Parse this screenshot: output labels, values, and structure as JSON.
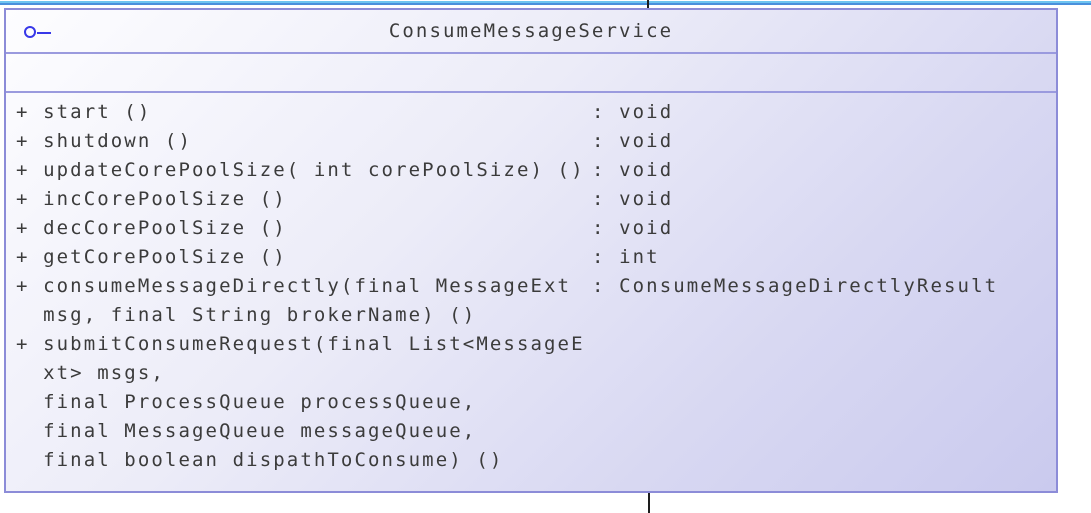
{
  "class_box": {
    "title": "ConsumeMessageService",
    "stereotype_icon": "interface-lollipop-icon",
    "attributes": [],
    "methods": [
      {
        "visibility": "+",
        "signature_lines": [
          "start ()"
        ],
        "return_type": "void"
      },
      {
        "visibility": "+",
        "signature_lines": [
          "shutdown ()"
        ],
        "return_type": "void"
      },
      {
        "visibility": "+",
        "signature_lines": [
          "updateCorePoolSize( int corePoolSize) ()"
        ],
        "return_type": "void"
      },
      {
        "visibility": "+",
        "signature_lines": [
          "incCorePoolSize ()"
        ],
        "return_type": "void"
      },
      {
        "visibility": "+",
        "signature_lines": [
          "decCorePoolSize ()"
        ],
        "return_type": "void"
      },
      {
        "visibility": "+",
        "signature_lines": [
          "getCorePoolSize ()"
        ],
        "return_type": "int"
      },
      {
        "visibility": "+",
        "signature_lines": [
          "consumeMessageDirectly(final MessageExt",
          "msg, final String brokerName) ()"
        ],
        "return_type": "ConsumeMessageDirectlyResult"
      },
      {
        "visibility": "+",
        "signature_lines": [
          "submitConsumeRequest(final List<MessageE",
          "xt> msgs,",
          "final ProcessQueue processQueue,",
          "final MessageQueue messageQueue,",
          "final boolean dispathToConsume) ()"
        ],
        "return_type": ""
      }
    ]
  },
  "colors": {
    "box_border": "#8c8cd8",
    "box_fill_light": "#fdfdff",
    "box_fill_dark": "#cacaee",
    "text": "#3b3b3b",
    "lollipop_blue": "#3838e8",
    "window_edge_light_blue": "#6ec4f0",
    "window_edge_dark_blue": "#4a90dc",
    "connector_black": "#1d1d1d"
  }
}
